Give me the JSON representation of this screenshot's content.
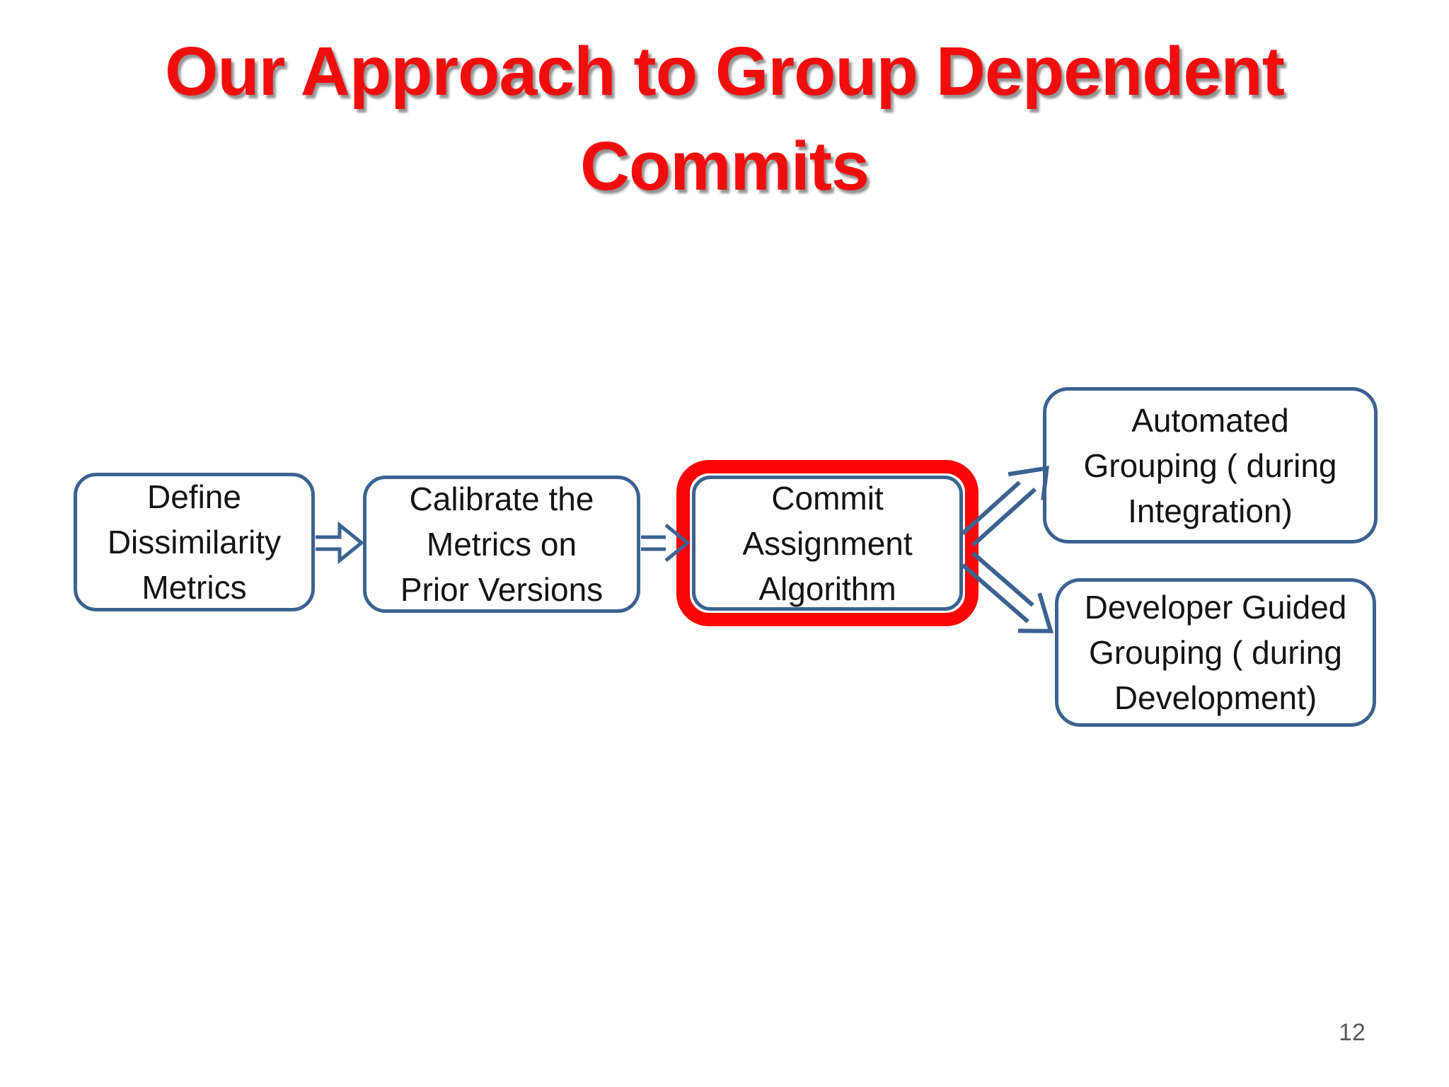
{
  "slide": {
    "title": "Our Approach to Group Dependent\nCommits",
    "page_number": "12"
  },
  "colors": {
    "title_red": "#f20d0d",
    "highlight_red": "#fb0606",
    "box_border_blue": "#3c6290",
    "arrow_blue": "#3c6290",
    "text_black": "#141414",
    "page_number_gray": "#595959",
    "background": "#ffffff"
  },
  "flowchart": {
    "nodes": [
      {
        "id": "define-metrics",
        "label": "Define\nDissimilarity\nMetrics",
        "highlighted": false
      },
      {
        "id": "calibrate-metrics",
        "label": "Calibrate the\nMetrics on\nPrior Versions",
        "highlighted": false
      },
      {
        "id": "commit-assignment",
        "label": "Commit\nAssignment\nAlgorithm",
        "highlighted": true
      },
      {
        "id": "automated-grouping",
        "label": "Automated\nGrouping ( during\nIntegration)",
        "highlighted": false
      },
      {
        "id": "developer-grouping",
        "label": "Developer Guided\nGrouping ( during\nDevelopment)",
        "highlighted": false
      }
    ],
    "edges": [
      {
        "from": "define-metrics",
        "to": "calibrate-metrics",
        "style": "outlined-block-arrow"
      },
      {
        "from": "calibrate-metrics",
        "to": "commit-assignment",
        "style": "outlined-block-arrow"
      },
      {
        "from": "commit-assignment",
        "to": "automated-grouping",
        "style": "open-line-arrow"
      },
      {
        "from": "commit-assignment",
        "to": "developer-grouping",
        "style": "open-line-arrow"
      }
    ]
  }
}
